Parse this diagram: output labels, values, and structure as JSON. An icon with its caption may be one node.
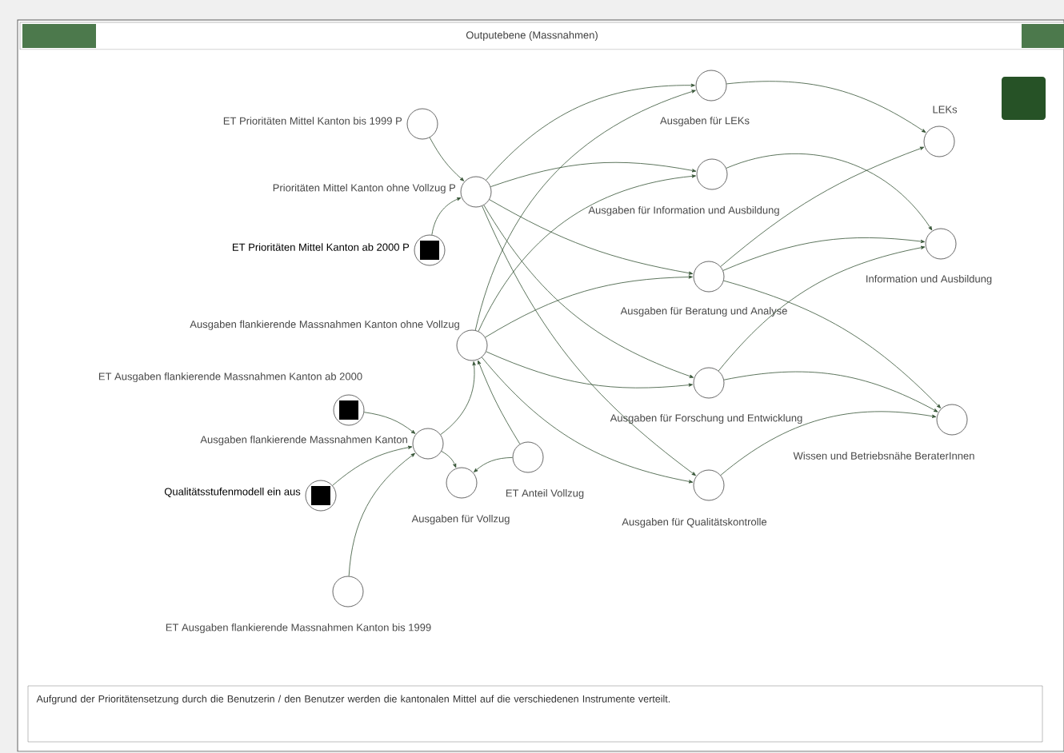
{
  "diagram": {
    "title": "Outputebene (Massnahmen)",
    "nodes": [
      {
        "text": [
          "ET Prioritäten Mittel Kanton bis 1999 P"
        ]
      },
      {
        "text": [
          "Prioritäten Mittel Kanton ohne Vollzug P"
        ]
      },
      {
        "text": [
          "ET Prioritäten Mittel Kanton ab 2000 P"
        ]
      },
      {
        "text": [
          "Ausgaben flankierende Massnahmen Kanton ohne Vollzug"
        ]
      },
      {
        "text": [
          "ET Ausgaben flankierende Massnahmen Kanton ab 2000"
        ]
      },
      {
        "text": [
          "Ausgaben flankierende Massnahmen Kanton"
        ]
      },
      {
        "text": [
          "Qualitätsstufenmodell ein aus"
        ]
      },
      {
        "text": [
          "ET Ausgaben flankierende Massnahmen Kanton bis 1999"
        ]
      },
      {
        "text": [
          "Ausgaben für Vollzug"
        ]
      },
      {
        "text": [
          "ET Anteil Vollzug"
        ]
      },
      {
        "text": [
          "Ausgaben für LEKs"
        ]
      },
      {
        "text": [
          "Ausgaben für Information und Ausbildung"
        ]
      },
      {
        "text": [
          "Ausgaben für Beratung und Analyse"
        ]
      },
      {
        "text": [
          "Ausgaben für Forschung und Entwicklung"
        ]
      },
      {
        "text": [
          "Ausgaben für Qualitätskontrolle"
        ]
      },
      {
        "text": [
          "LEKs"
        ]
      },
      {
        "text": [
          "Information und Ausbildung"
        ]
      },
      {
        "text": [
          "Wissen und Betriebsnähe BeraterInnen"
        ]
      }
    ],
    "edges": [
      {
        "from": 0,
        "to": 1,
        "arrow": "to"
      },
      {
        "from": 2,
        "to": 1,
        "arrow": "to"
      },
      {
        "from": 1,
        "to": 10,
        "arrow": "to"
      },
      {
        "from": 1,
        "to": 11,
        "arrow": "to"
      },
      {
        "from": 1,
        "to": 12,
        "arrow": "to"
      },
      {
        "from": 1,
        "to": 13,
        "arrow": "to"
      },
      {
        "from": 1,
        "to": 14,
        "arrow": "to"
      },
      {
        "from": 3,
        "to": 10,
        "arrow": "to"
      },
      {
        "from": 3,
        "to": 11,
        "arrow": "to"
      },
      {
        "from": 3,
        "to": 12,
        "arrow": "to"
      },
      {
        "from": 3,
        "to": 13,
        "arrow": "to"
      },
      {
        "from": 3,
        "to": 14,
        "arrow": "to"
      },
      {
        "from": 4,
        "to": 5,
        "arrow": "to"
      },
      {
        "from": 6,
        "to": 5,
        "arrow": "to"
      },
      {
        "from": 7,
        "to": 5,
        "arrow": "to"
      },
      {
        "from": 5,
        "to": 3,
        "arrow": "to"
      },
      {
        "from": 5,
        "to": 8,
        "arrow": "to"
      },
      {
        "from": 9,
        "to": 8,
        "arrow": "to"
      },
      {
        "from": 9,
        "to": 3,
        "arrow": "to"
      },
      {
        "from": 10,
        "to": 15,
        "arrow": "to"
      },
      {
        "from": 11,
        "to": 16,
        "arrow": "to"
      },
      {
        "from": 12,
        "to": 15,
        "arrow": "to"
      },
      {
        "from": 12,
        "to": 16,
        "arrow": "to"
      },
      {
        "from": 12,
        "to": 17,
        "arrow": "to"
      },
      {
        "from": 13,
        "to": 16,
        "arrow": "to"
      },
      {
        "from": 13,
        "to": 17,
        "arrow": "to"
      },
      {
        "from": 14,
        "to": 17,
        "arrow": "to"
      }
    ],
    "labels": [
      "Aufgrund der Prioritätensetzung durch die Benutzerin / den Benutzer werden die kantonalen Mittel auf die verschiedenen Instrumente verteilt."
    ]
  }
}
